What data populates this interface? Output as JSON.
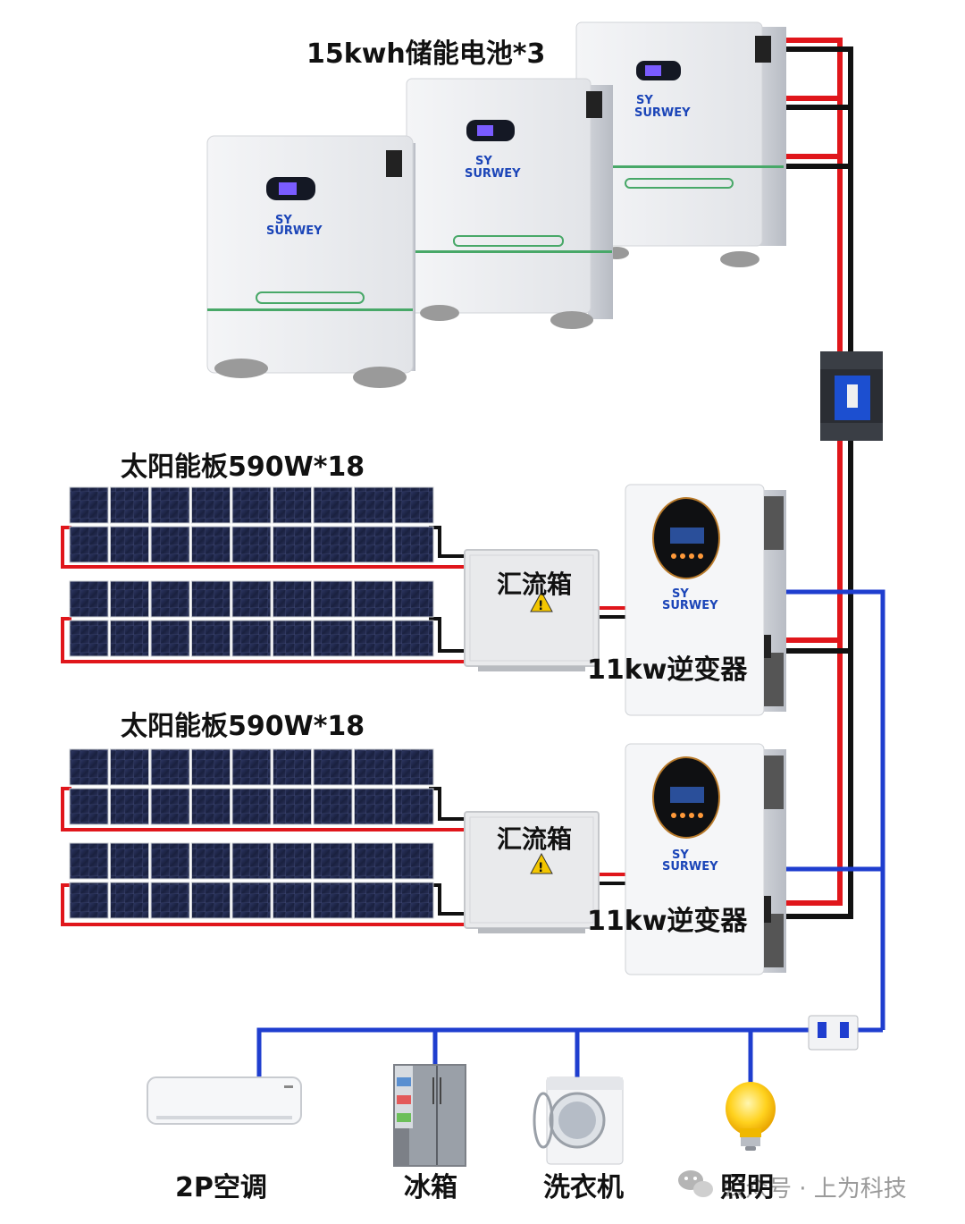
{
  "battery": {
    "label": "15kwh储能电池*3",
    "brand": "SURWEY",
    "logo": "SY"
  },
  "solar": {
    "label_top": "太阳能板590W*18",
    "label_bottom": "太阳能板590W*18"
  },
  "combiner": {
    "label": "汇流箱"
  },
  "inverter": {
    "label": "11kw逆变器",
    "brand": "SURWEY",
    "logo": "SY"
  },
  "loads": {
    "ac": "2P空调",
    "fridge": "冰箱",
    "washer": "洗衣机",
    "light": "照明"
  },
  "watermark": {
    "text": "公众号 · 上为科技"
  },
  "colors": {
    "positive": "#e0161b",
    "negative": "#111111",
    "ac_line": "#1f3ecf",
    "brand": "#1b45b8",
    "panel": "#1e2540"
  },
  "icons": [
    "breaker-icon",
    "lightbulb-icon",
    "wechat-icon",
    "warning-icon"
  ]
}
